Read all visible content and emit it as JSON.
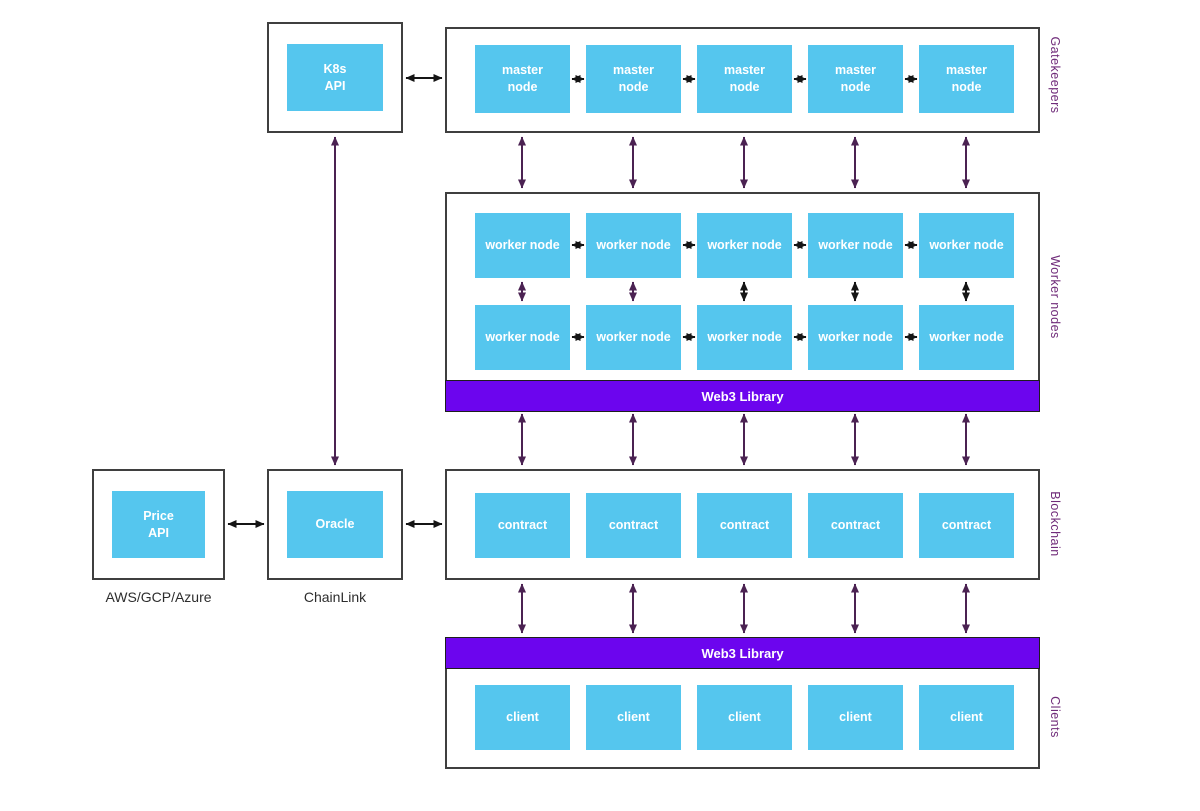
{
  "palette": {
    "cyan": "#55C6EE",
    "purple_bar": "#6C05EE",
    "arrow_purple": "#4B2252",
    "arrow_black": "#151515",
    "label_purple": "#702C7A",
    "frame_border": "#3F3F3F"
  },
  "kubernetes": {
    "node": "K8s\nAPI"
  },
  "cloud": {
    "node": "Price\nAPI",
    "caption": "AWS/GCP/Azure"
  },
  "oracle": {
    "node": "Oracle",
    "caption": "ChainLink"
  },
  "gatekeepers": {
    "side_label": "Gatekeepers",
    "nodes": [
      "master\nnode",
      "master\nnode",
      "master\nnode",
      "master\nnode",
      "master\nnode"
    ]
  },
  "workers": {
    "side_label": "Worker nodes",
    "web3_bar": "Web3 Library",
    "row1": [
      "worker node",
      "worker node",
      "worker node",
      "worker node",
      "worker node"
    ],
    "row2": [
      "worker node",
      "worker node",
      "worker node",
      "worker node",
      "worker node"
    ]
  },
  "blockchain": {
    "side_label": "Blockchain",
    "nodes": [
      "contract",
      "contract",
      "contract",
      "contract",
      "contract"
    ]
  },
  "clients": {
    "side_label": "Clients",
    "web3_bar": "Web3 Library",
    "nodes": [
      "client",
      "client",
      "client",
      "client",
      "client"
    ]
  }
}
